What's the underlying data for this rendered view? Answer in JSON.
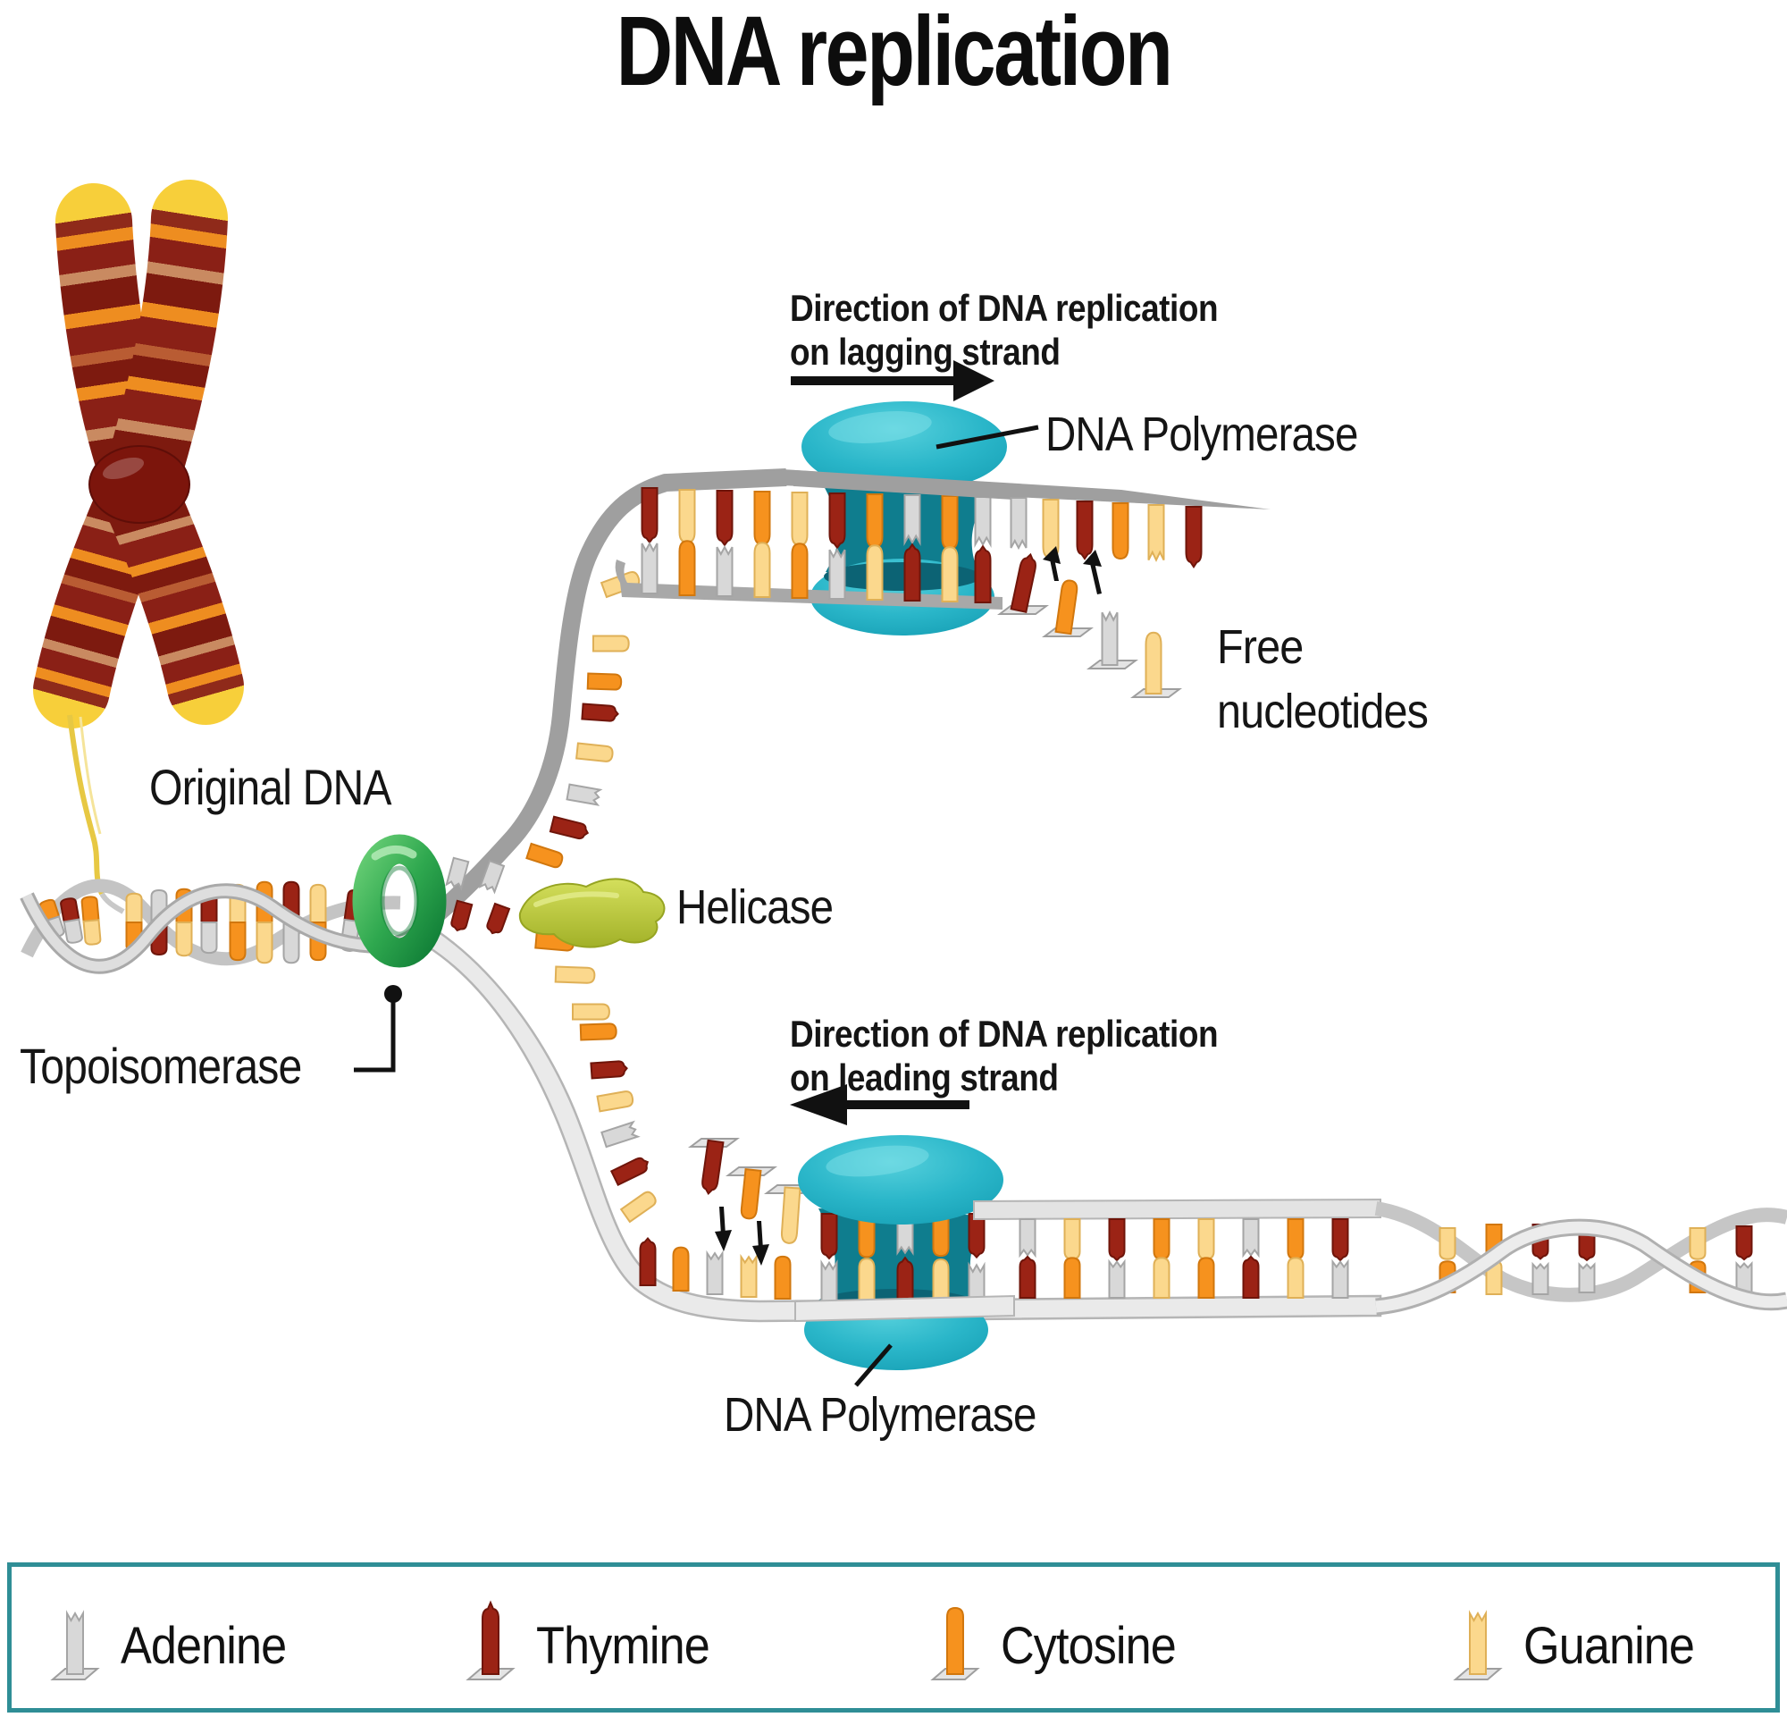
{
  "title": "DNA replication",
  "labels": {
    "direction_lagging": {
      "line1": "Direction of DNA replication",
      "line2": "on lagging strand"
    },
    "direction_leading": {
      "line1": "Direction of DNA replication",
      "line2": "on leading strand"
    },
    "dna_polymerase_top": "DNA Polymerase",
    "dna_polymerase_bottom": "DNA Polymerase",
    "free_nucleotides": {
      "line1": "Free",
      "line2": "nucleotides"
    },
    "original_dna": "Original DNA",
    "helicase": "Helicase",
    "topoisomerase": "Topoisomerase"
  },
  "legend": {
    "border_color": "#2f8e96",
    "items": [
      {
        "name": "Adenine",
        "color": "#d8d8d8"
      },
      {
        "name": "Thymine",
        "color": "#9b2315"
      },
      {
        "name": "Cytosine",
        "color": "#f6921e"
      },
      {
        "name": "Guanine",
        "color": "#fbd88d"
      }
    ]
  },
  "colors": {
    "polymerase": "#2ab6c9",
    "polymerase_dark": "#0f7d8e",
    "topoisomerase_green": "#2fa84f",
    "helicase_green": "#bfcc3e",
    "backbone_dark": "#9c9c9c",
    "backbone_light": "#eaeaea",
    "chromosome_red": "#8a2016",
    "chromosome_orange": "#ee8d20",
    "telomere_yellow": "#f7cf3a"
  }
}
